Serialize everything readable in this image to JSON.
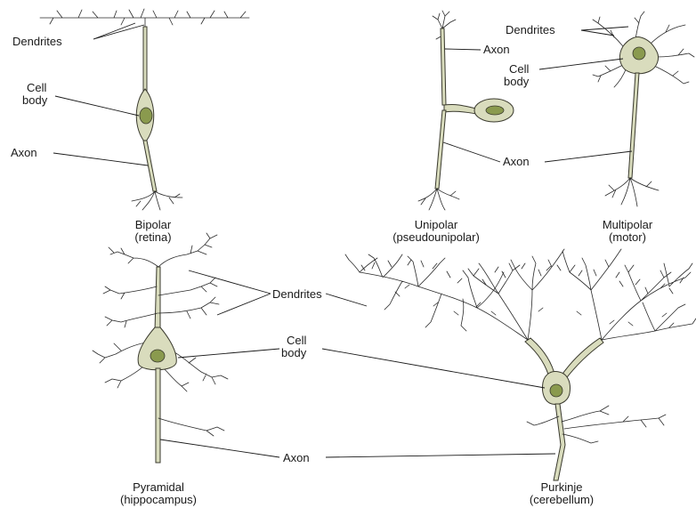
{
  "colors": {
    "membrane_fill": "#d9dcbd",
    "membrane_stroke": "#3a3a2e",
    "nucleus_fill": "#8a9a4e",
    "line": "#1a1a1a"
  },
  "neurons": {
    "bipolar": {
      "caption_line1": "Bipolar",
      "caption_line2": "(retina)",
      "label_dendrites": "Dendrites",
      "label_cell_1": "Cell",
      "label_cell_2": "body",
      "label_axon": "Axon"
    },
    "unipolar": {
      "caption_line1": "Unipolar",
      "caption_line2": "(pseudounipolar)",
      "label_axon_top": "Axon"
    },
    "multipolar": {
      "caption_line1": "Multipolar",
      "caption_line2": "(motor)",
      "label_dendrites": "Dendrites",
      "label_cell_1": "Cell",
      "label_cell_2": "body",
      "label_axon_shared": "Axon"
    },
    "pyramidal": {
      "caption_line1": "Pyramidal",
      "caption_line2": "(hippocampus)",
      "label_dendrites": "Dendrites",
      "label_cell_1": "Cell",
      "label_cell_2": "body",
      "label_axon_shared": "Axon"
    },
    "purkinje": {
      "caption_line1": "Purkinje",
      "caption_line2": "(cerebellum)"
    }
  }
}
